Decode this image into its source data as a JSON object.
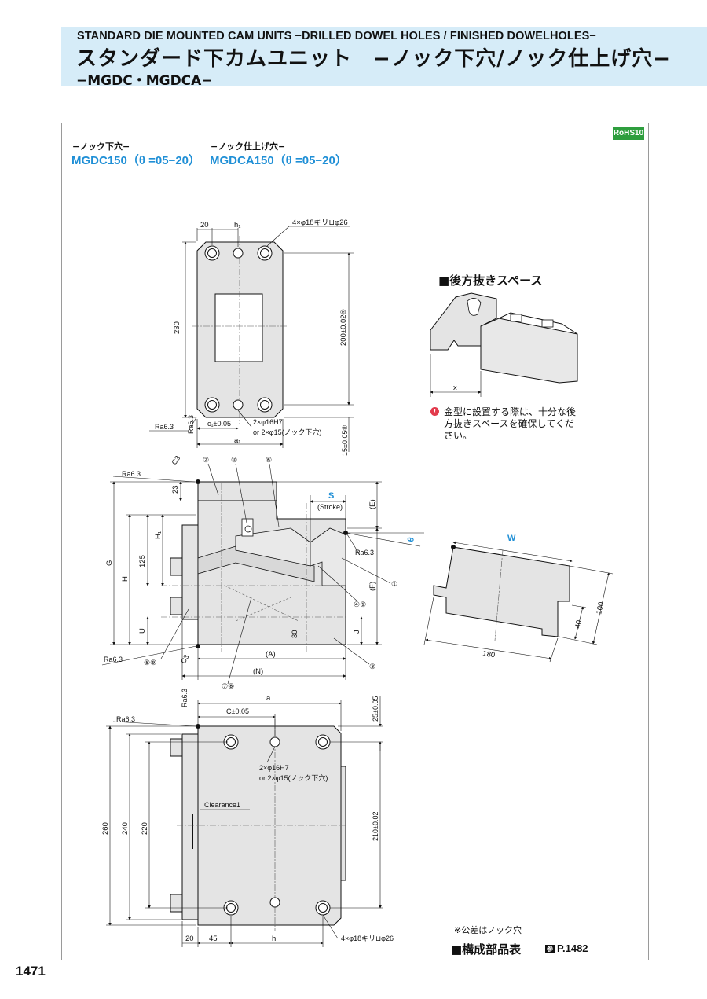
{
  "header": {
    "title_en": "STANDARD DIE MOUNTED CAM UNITS −DRILLED DOWEL HOLES / FINISHED DOWELHOLES−",
    "title_jp": "スタンダード下カムユニット　−ノック下穴/ノック仕上げ穴−",
    "models": "−MGDC・MGDCA−"
  },
  "badge": {
    "rohs": "RoHS10",
    "color": "#2e9e3e"
  },
  "variants": [
    {
      "label": "−ノック下穴−",
      "code": "MGDC150（θ =05−20）"
    },
    {
      "label": "−ノック仕上げ穴−",
      "code": "MGDCA150（θ =05−20）"
    }
  ],
  "accent_color": "#1f8fd6",
  "header_bg": "#d6ecf8",
  "top_view": {
    "dim_20": "20",
    "dim_h1": "h₁",
    "holes": "4×φ18キリ⊔φ26",
    "dim_230": "230",
    "dim_200": "200±0.02®",
    "ra_left": "Ra6.3",
    "ra_side": "Ra6.3",
    "dim_c1": "c₁±0.05",
    "dowel_1": "2×φ16H7",
    "dowel_2": "or 2×φ15(ノック下穴)",
    "dim_a1": "a₁",
    "dim_15": "15±0.05®"
  },
  "back_space": {
    "title": "■後方抜きスペース",
    "dim_x": "x",
    "note": "金型に設置する際は、十分な後方抜きスペースを確保してください。"
  },
  "side_view": {
    "ra_top": "Ra6.3",
    "c3_top": "C3",
    "c3_bottom": "C3",
    "ra_bottom": "Ra6.3",
    "ra_right": "Ra6.3",
    "parts": [
      "②",
      "⑩",
      "⑥",
      "①",
      "④⑨",
      "③",
      "⑤⑨",
      "⑦⑧"
    ],
    "dim_23": "23",
    "dim_H1": "H₁",
    "dim_125": "125",
    "dim_G": "G",
    "dim_H": "H",
    "dim_U": "U",
    "dim_30": "30",
    "dim_J": "J",
    "dim_E": "(E)",
    "dim_F": "(F)",
    "dim_A": "(A)",
    "dim_N": "(N)",
    "stroke_S": "S",
    "stroke_label": "(Stroke)",
    "theta": "θ"
  },
  "iso_view": {
    "dim_W": "W",
    "dim_100": "100",
    "dim_40": "40",
    "dim_180": "180"
  },
  "bottom_view": {
    "ra_top": "Ra6.3",
    "ra_left": "Ra6.3",
    "dim_a": "a",
    "dim_C": "C±0.05",
    "dim_25": "25±0.05",
    "dowel_1": "2×φ16H7",
    "dowel_2": "or 2×φ15(ノック下穴)",
    "clearance": "Clearance1",
    "dim_260": "260",
    "dim_240": "240",
    "dim_220": "220",
    "dim_210": "210±0.02",
    "dim_20": "20",
    "dim_45": "45",
    "dim_h": "h",
    "holes": "4×φ18キリ⊔φ26"
  },
  "footer": {
    "tolerance_note": "※公差はノック穴",
    "parts_table": "■構成部品表",
    "ref_icon": "参",
    "ref_page": "P.1482",
    "page_number": "1471"
  }
}
